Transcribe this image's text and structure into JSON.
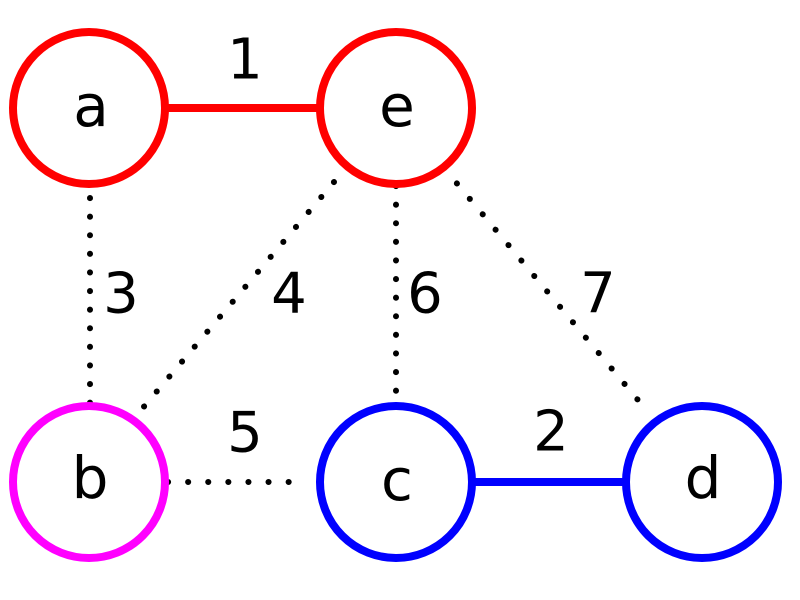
{
  "diagram": {
    "nodes": [
      {
        "id": "a",
        "label": "a",
        "color": "#ff0000"
      },
      {
        "id": "e",
        "label": "e",
        "color": "#ff0000"
      },
      {
        "id": "b",
        "label": "b",
        "color": "#ff00ff"
      },
      {
        "id": "c",
        "label": "c",
        "color": "#0000ff"
      },
      {
        "id": "d",
        "label": "d",
        "color": "#0000ff"
      }
    ],
    "edges": [
      {
        "from": "a",
        "to": "e",
        "weight": "1",
        "style": "solid",
        "color": "#ff0000"
      },
      {
        "from": "c",
        "to": "d",
        "weight": "2",
        "style": "solid",
        "color": "#0000ff"
      },
      {
        "from": "a",
        "to": "b",
        "weight": "3",
        "style": "dotted",
        "color": "#000000"
      },
      {
        "from": "e",
        "to": "b",
        "weight": "4",
        "style": "dotted",
        "color": "#000000"
      },
      {
        "from": "b",
        "to": "c",
        "weight": "5",
        "style": "dotted",
        "color": "#000000"
      },
      {
        "from": "e",
        "to": "c",
        "weight": "6",
        "style": "dotted",
        "color": "#000000"
      },
      {
        "from": "e",
        "to": "d",
        "weight": "7",
        "style": "dotted",
        "color": "#000000"
      }
    ]
  }
}
